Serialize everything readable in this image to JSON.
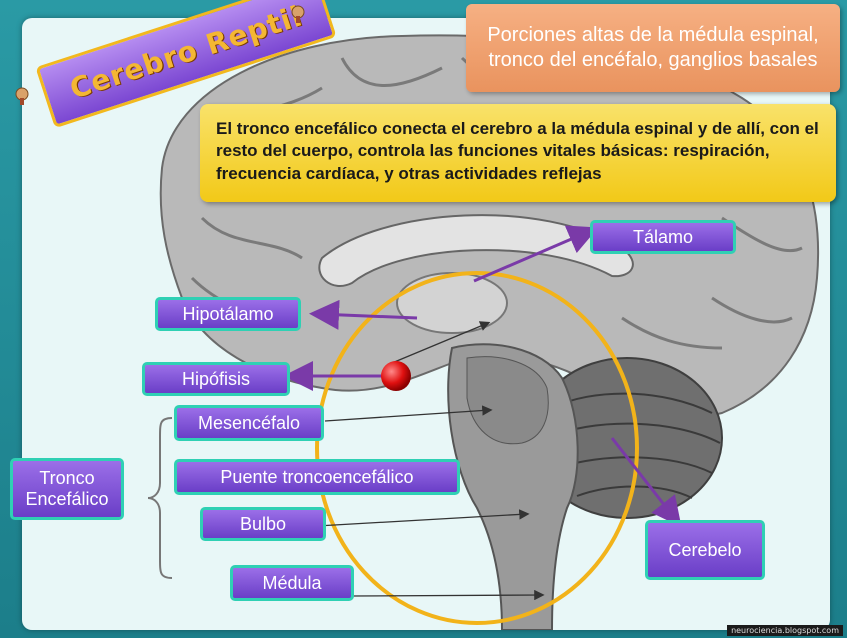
{
  "title": "Cerebro Reptil",
  "info_top": "Porciones altas de la médula espinal, tronco del encéfalo, ganglios basales",
  "info_main": "El tronco encefálico conecta el cerebro a la médula espinal y de allí, con el resto del cuerpo, controla las funciones vitales básicas: respiración, frecuencia cardíaca, y otras actividades reflejas",
  "labels": {
    "talamo": "Tálamo",
    "hipotalamo": "Hipotálamo",
    "hipofisis": "Hipófisis",
    "mesencefalo": "Mesencéfalo",
    "puente": "Puente troncoencefálico",
    "bulbo": "Bulbo",
    "medula": "Médula",
    "cerebelo": "Cerebelo",
    "tronco": "Tronco Encefálico"
  },
  "watermark": "neurociencia.blogspot.com",
  "colors": {
    "label_fill": "#7b4fd6",
    "label_border": "#2fd0b4",
    "highlight_circle": "#f2b31a",
    "arrow": "#7a3aa8",
    "marker": "#e01010"
  }
}
